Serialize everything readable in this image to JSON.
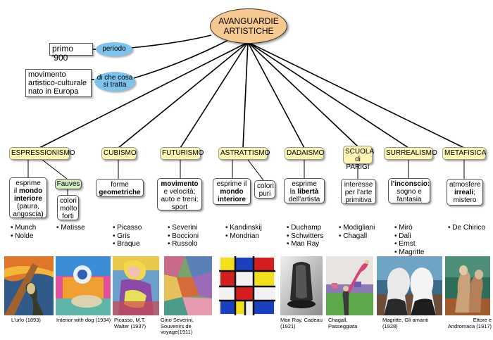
{
  "root": "AVANGUARDIE ARTISTICHE",
  "period": {
    "link": "periodo",
    "value": "primo '900"
  },
  "about": {
    "link": "di che cosa si tratta",
    "value": "movimento artistico-culturale nato in Europa"
  },
  "movements": [
    {
      "name": "ESPRESSIONISMO",
      "desc": "esprime il mondo interiore (paura, angoscia)",
      "artists": [
        "Munch",
        "Nolde"
      ]
    },
    {
      "name": "Fauves",
      "desc": "colori molto forti",
      "artists": [
        "Matisse"
      ]
    },
    {
      "name": "CUBISMO",
      "desc": "forme geometriche",
      "artists": [
        "Picasso",
        "Gris",
        "Braque"
      ]
    },
    {
      "name": "FUTURISMO",
      "desc": "movimento e velocità; auto e treni; sport",
      "artists": [
        "Severini",
        "Boccioni",
        "Russolo"
      ]
    },
    {
      "name": "ASTRATTISMO",
      "desc": "esprime il mondo interiore",
      "desc2": "colori puri",
      "artists": [
        "Kandinskij",
        "Mondrian"
      ]
    },
    {
      "name": "DADAISMO",
      "desc": "esprime la libertà dell'artista",
      "artists": [
        "Duchamp",
        "Schwitters",
        "Man Ray"
      ]
    },
    {
      "name": "SCUOLA di PARIGI",
      "desc": "interesse per l'arte primitiva",
      "artists": [
        "Modigliani",
        "Chagall"
      ]
    },
    {
      "name": "SURREALISMO",
      "desc": "l'inconscio: sogno e fantasia",
      "artists": [
        "Mirò",
        "Dalì",
        "Ernst",
        "Magritte"
      ]
    },
    {
      "name": "METAFISICA",
      "desc": "atmosfere irreali; mistero",
      "artists": [
        "De Chirico"
      ]
    }
  ],
  "artworks": [
    {
      "caption": "L'urlo (1893)"
    },
    {
      "caption": "Interior with dog (1934)"
    },
    {
      "caption": "Picasso, M.T. Walter (1937)"
    },
    {
      "caption": "Gino Severini, Souvenirs de voyage(1911)"
    },
    {
      "caption": "Man Ray, Cadeau (1921)"
    },
    {
      "caption": "Chagall, Passeggiata"
    },
    {
      "caption": "Magritte, Gli amanti (1928)"
    },
    {
      "caption": "Ettore e Andromaca (1917)"
    }
  ]
}
